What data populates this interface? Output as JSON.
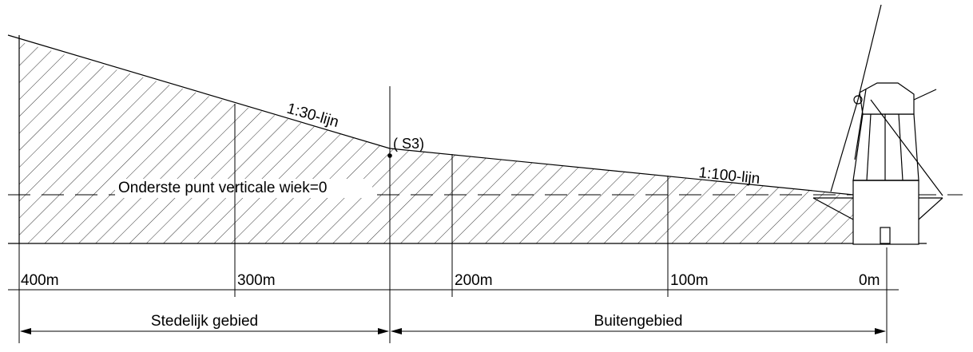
{
  "labels": {
    "line_1_30": "1:30-lijn",
    "line_1_100": "1:100-lijn",
    "point_s3": "( S3)",
    "baseline_note": "Onderste punt verticale wiek=0"
  },
  "distances": [
    "400m",
    "300m",
    "200m",
    "100m",
    "0m"
  ],
  "zones": {
    "left": "Stedelijk gebied",
    "right": "Buitengebied"
  },
  "colors": {
    "line": "#000000",
    "hatch": "#000000",
    "background": "#ffffff"
  }
}
